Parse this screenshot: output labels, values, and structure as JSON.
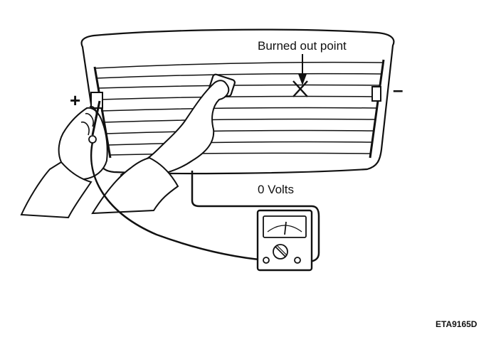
{
  "labels": {
    "burned_out_point": "Burned out point",
    "plus": "+",
    "minus": "–",
    "voltage": "0 Volts",
    "figure_code": "ETA9165D"
  },
  "colors": {
    "line": "#111111",
    "background": "#ffffff"
  },
  "icons": {
    "meter": "voltmeter-icon",
    "break_mark": "x-mark-icon"
  },
  "meter": {
    "reading": 0
  }
}
